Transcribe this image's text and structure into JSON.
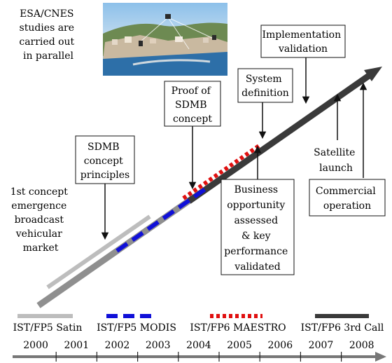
{
  "notes": {
    "parallel": [
      "ESA/CNES",
      "studies are",
      "carried out",
      "in parallel"
    ],
    "emergence": [
      "1st concept",
      "emergence",
      "broadcast",
      "vehicular",
      "market"
    ]
  },
  "boxes": {
    "principles": [
      "SDMB",
      "concept",
      "principles"
    ],
    "proof": [
      "Proof of",
      "SDMB",
      "concept"
    ],
    "system": [
      "System",
      "definition"
    ],
    "implementation": [
      "Implementation",
      "validation"
    ],
    "business": [
      "Business",
      "opportunity",
      "assessed",
      "& key",
      "performance",
      "validated"
    ],
    "commercial": [
      "Commercial",
      "operation"
    ]
  },
  "labels": {
    "satellite": [
      "Satellite",
      "launch"
    ]
  },
  "legend": [
    {
      "label": "IST/FP5 Satin",
      "style": "gray",
      "color": "#b4b4b4"
    },
    {
      "label": "IST/FP5 MODIS",
      "style": "blue-dash",
      "color": "#1010d8"
    },
    {
      "label": "IST/FP6 MAESTRO",
      "style": "red-dot",
      "color": "#e01010"
    },
    {
      "label": "IST/FP6 3rd Call",
      "style": "dark",
      "color": "#3c3c3c"
    }
  ],
  "years": [
    "2000",
    "2001",
    "2002",
    "2003",
    "2004",
    "2005",
    "2006",
    "2007",
    "2008"
  ],
  "photo": {
    "description": "coastal-harbour-photo",
    "sky": "#7fb0e0",
    "sea": "#2d6fa8"
  }
}
